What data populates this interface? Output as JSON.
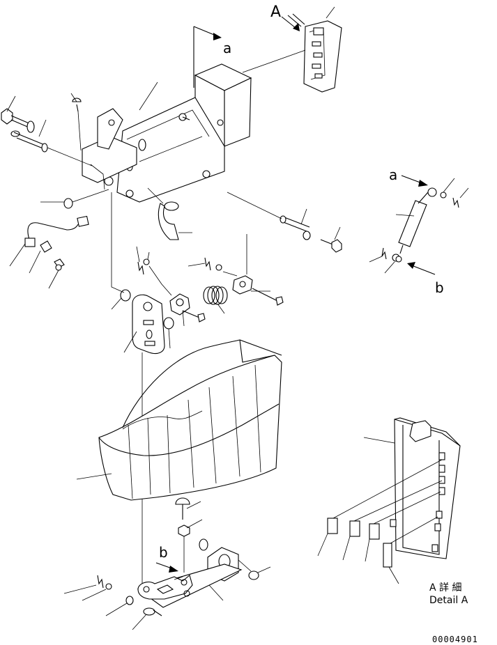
{
  "callouts": {
    "view_a": "A",
    "arrow_a_main": "a",
    "arrow_a_strut": "a",
    "arrow_b_strut": "b",
    "arrow_b_lower": "b"
  },
  "detail": {
    "title_jp": "A 詳 細",
    "title_en": "Detail A"
  },
  "drawing_number": "00004901"
}
